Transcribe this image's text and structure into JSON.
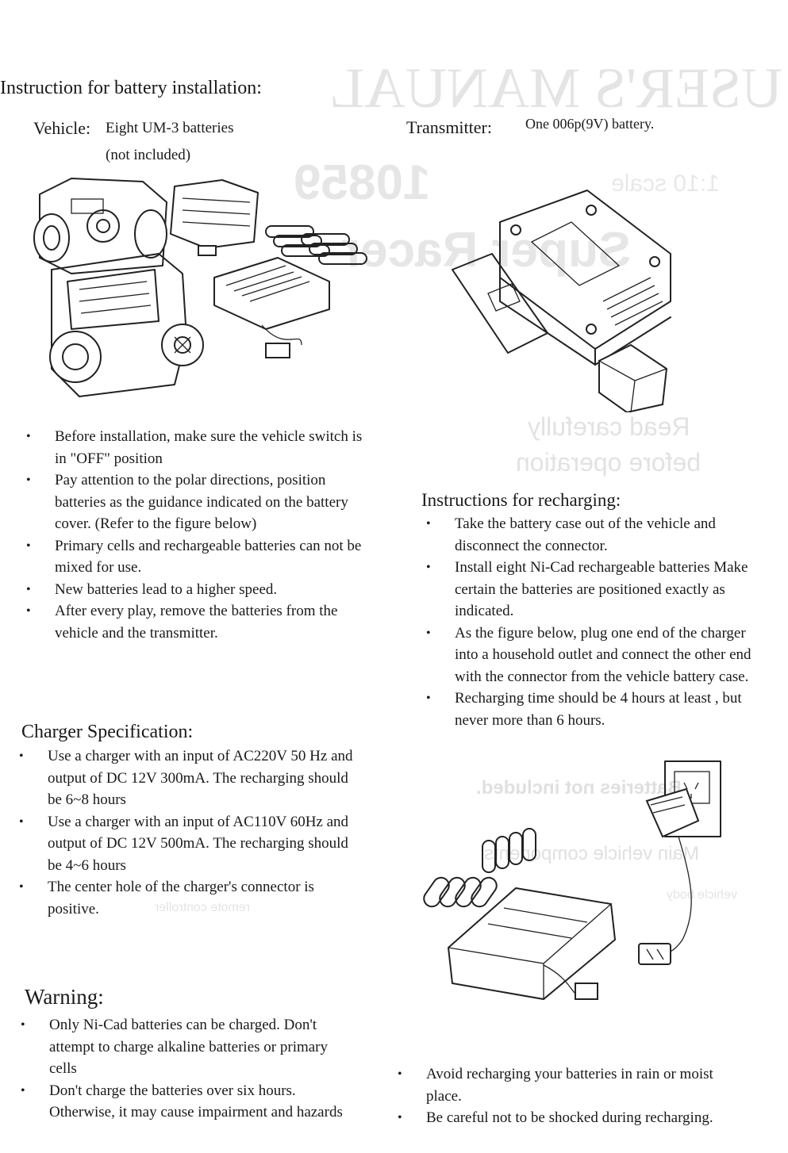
{
  "battery_install": {
    "title": "Instruction for battery installation:",
    "vehicle_label": "Vehicle:",
    "vehicle_value": "Eight UM-3 batteries",
    "vehicle_note": "(not included)",
    "transmitter_label": "Transmitter:",
    "transmitter_value": "One 006p(9V) battery.",
    "bullets": [
      "Before installation, make sure the vehicle switch is in \"OFF\" position",
      "Pay attention to the polar directions, position batteries as the guidance indicated on the battery cover. (Refer to the figure below)",
      "Primary cells and rechargeable batteries can not be mixed for use.",
      "New batteries lead to a higher speed.",
      "After every play, remove the batteries from the vehicle and the transmitter."
    ]
  },
  "recharging": {
    "title": "Instructions for recharging:",
    "bullets": [
      "Take the battery case out of the vehicle and disconnect the connector.",
      "Install eight Ni-Cad rechargeable batteries Make certain the batteries are positioned exactly as indicated.",
      "As the figure below, plug one end of the charger into a household outlet and connect the other end with the connector from the vehicle battery case.",
      "Recharging time should be 4 hours at least , but never more than 6 hours."
    ],
    "bottom_bullets": [
      "Avoid recharging your batteries in rain or moist place.",
      "Be careful not to be shocked during recharging."
    ]
  },
  "charger_spec": {
    "title": "Charger Specification:",
    "bullets": [
      "Use a charger with an input of AC220V 50 Hz and output of DC 12V 300mA. The recharging should be 6~8 hours",
      "Use a charger with an input of AC110V 60Hz and output of DC 12V 500mA. The recharging should be 4~6 hours",
      "The center hole of the charger's connector is positive."
    ]
  },
  "warning": {
    "title": "Warning:",
    "bullets": [
      "Only Ni-Cad batteries can be charged. Don't attempt to charge alkaline batteries or primary cells",
      "Don't charge the batteries over six hours. Otherwise, it may cause impairment and hazards"
    ]
  },
  "bleed_through": {
    "manual_title": "USER'S MANUAL",
    "scale": "1:10 scale",
    "model_no": "10859",
    "model_name": "Super Racer",
    "read_line1": "Read carefully",
    "read_line2": "before operation",
    "batteries_not_included": "Batteries not included.",
    "main_components": "Main vehicle components",
    "vehicle_body": "vehicle body",
    "remote_controller": "remote controller"
  }
}
